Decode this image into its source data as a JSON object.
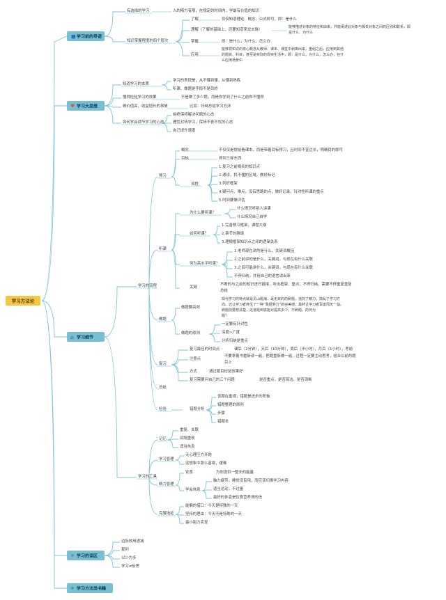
{
  "root": "学习方法论",
  "sections": {
    "pre": {
      "title": "学习前的导语",
      "icon": "book-icon",
      "a": "有选择的学习",
      "a_desc": "人的精力有限，在规定的时间内，学最有价值的知识",
      "b": "知识掌握程度的四个层次",
      "lv1": "了解",
      "lv1_desc": "仅仅知道理论、概念、公式即可，即：是什么",
      "lv2": "理解（了解的基础上，还要知道来龙去脉）",
      "lv2_desc1": "能够描述对象的特征和由来，并能阐述此对象与相关对象之间的区别和联系，即",
      "lv2_desc2": "是什么、为什么",
      "lv3": "掌握",
      "lv3_desc": "即：是什么，为什么，怎么办",
      "lv4": "应用",
      "lv4_desc1": "能够将知识的核心概念从教师、课本、课堂中剥离出来，重组之后，应用到其他",
      "lv4_desc2": "的题目、科目，甚至是实际的现实生活中，即：是什么，为什么，怎么办，在什",
      "lv4_desc3": "么应用场景中"
    },
    "mindset": {
      "title": "学习大思维",
      "icon": "heart-icon",
      "a": "知道学习的本质",
      "a1": "学习的表现是，从不懂到懂，从懂到熟练",
      "a2": "听课、做题是手段不是目的",
      "b": "懂得检验学习的效果",
      "b_desc": "不是做了多少题，而是你学到了什么之前你不懂得",
      "c": "做价值高、收益增长的事情",
      "c_desc": "比如：归纳总结学习方法",
      "d": "如何学会调节学习的心态",
      "d1": "始终保持解决问题的心态",
      "d2": "理性对待学习，保持不丧不忧的心态",
      "d3": "自己提升速度"
    },
    "detail": {
      "title": "学习细节",
      "icon": "house-icon",
      "flow": "学习的流程",
      "preview": "预习",
      "concept": "概念",
      "concept_desc": "不仅仅是提前看课本，而是带着目标预习，且时间不宜过长，明确目的即可",
      "goal": "目标",
      "goal_desc": "得到三样东西",
      "process": "流程",
      "p1": "1.复习之前相关的知识点",
      "p2": "2.通读，找不懂的区域，做好标记",
      "p3": "3.列好框架",
      "p4": "4.疑问点、难点，没有思路的点，做好记录，针对性听课的重点",
      "p5": "5.时间要做评估",
      "listen": "听课",
      "why": "为什么要听课？",
      "why1": "什么情况听别人讲课",
      "why2": "什么情况自己自学",
      "how": "如何听课？",
      "how1": "1.完善预习框架，课程大纲",
      "how2": "2.章节的脉络",
      "how3": "3.理顺框架知识点之间的逻辑关系",
      "hi": "何为高水平听课？",
      "hi1": "1.老师现在讲的是什么，关键词概括",
      "hi2": "2.之前讲的是什么，关键词，与现在有什么关联",
      "hi3": "3.之后可能讲什么，关键词，与现在有什么关联",
      "hi4": "不停归纳，并用自己的语言讲出来",
      "key": "关键",
      "key_desc1": "不断的与之前的知识进行链接，听出框架、重点，不停归纳，需要不停重复重复",
      "key_desc2": "总结",
      "exercise": "做题",
      "ex_intent": "做题要高效",
      "ex_intent_desc1": "现代学习的特点就是见山题海，毫无目的的刷题，违背了精力，搞乱了学习方",
      "ex_intent_desc2": "向。还让学习者养生了一种“我很努力”的完美感。最终让学习者百害而无一益。",
      "ex_intent_desc3": "刷题前要想清楚，这道题到底能对提高多少，不刷题，的何为",
      "ex_intent_desc4": "题？",
      "ex_principle": "做题的原则",
      "exp1": "一定要有针对性",
      "exp2": "深度>广度",
      "exp3": "分析归纳是重点",
      "review": "复习",
      "rv_time": "复习最佳的时间点",
      "rv_time_desc": "课后（2分钟），天后（10分钟），周后（半小时），月后（1小时），考前",
      "rv_points": "注意点",
      "rv_points_desc1": "不要拿着书重新读一遍，把题重新做一遍，过程一定要主动思考，结合以前的题",
      "rv_points_desc2": "目上",
      "rv_method": "方式",
      "rv_method_desc": "通过题目检验效果好",
      "rv_three": "复习需要问自己的三个问题",
      "rv_three_desc": "是否重点，是否简洁，是否清晰",
      "summary": "总结",
      "test": "检验",
      "err": "错题分析",
      "err1": "该题在重视，错题是进步的积板",
      "err2": "错题整理的原则",
      "err3": "步骤",
      "err4": "错题本",
      "tools": "学习的工具",
      "memory": "记忆",
      "m1": "重复、关联",
      "m2": "间隔重现",
      "m3": "适当休息",
      "mgmt": "学习管理",
      "mg1": "无心理压力开始",
      "mg2": "没想象中那么容易，缓难",
      "energy": "精力管理",
      "diet": "饮食",
      "diet_desc": "为你提供一整天的能量",
      "rest": "学会休息",
      "rest1": "脑力疲劳，睡觉没有用，而应该切换学习内容",
      "rest2": "适当运动，不过量",
      "rest3": "最好的休息是饮食营养清的信",
      "proc": "克服拖延",
      "pr1": "能懒的借口：今天是特殊的一天",
      "pr2": "坚持的理由：今天不是特殊的一天",
      "pr3": "最小阻力实现"
    },
    "trap": {
      "title": "学习的误区",
      "icon": "tools-icon",
      "t1": "边际效用递减",
      "t2": "复利",
      "t3": "以少为多",
      "t4": "学习≠反思"
    },
    "books": {
      "title": "学习方法类书籍",
      "icon": "plane-icon"
    }
  }
}
